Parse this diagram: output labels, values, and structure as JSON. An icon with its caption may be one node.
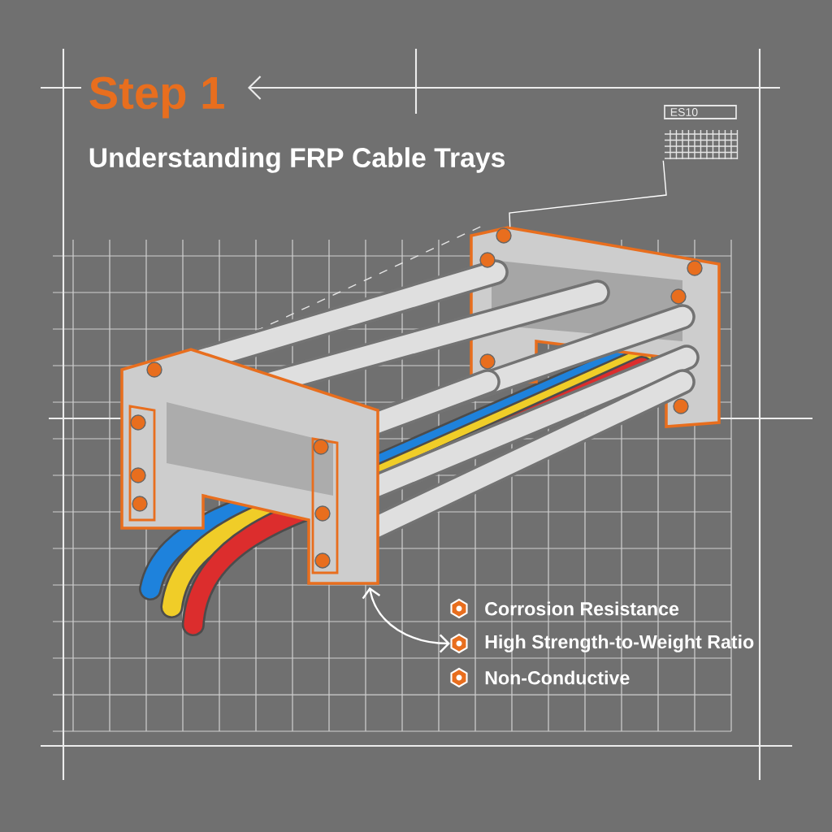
{
  "diagram": {
    "title": "Step 1",
    "caption": "Understanding FRP Cable Trays",
    "nodes": [
      {
        "text": [],
        "shape": "picture"
      },
      {
        "text": [
          "Corrosion Resistance"
        ]
      },
      {
        "text": [
          "High Strength-to-Weight Ratio"
        ]
      },
      {
        "text": [
          "Non-Conductive"
        ]
      },
      {
        "text": [
          "ES10"
        ]
      }
    ],
    "edges": [
      {
        "from": 0,
        "to": 2,
        "arrow": "both"
      },
      {
        "from": 0,
        "to": 4,
        "arrow": "none"
      }
    ]
  }
}
